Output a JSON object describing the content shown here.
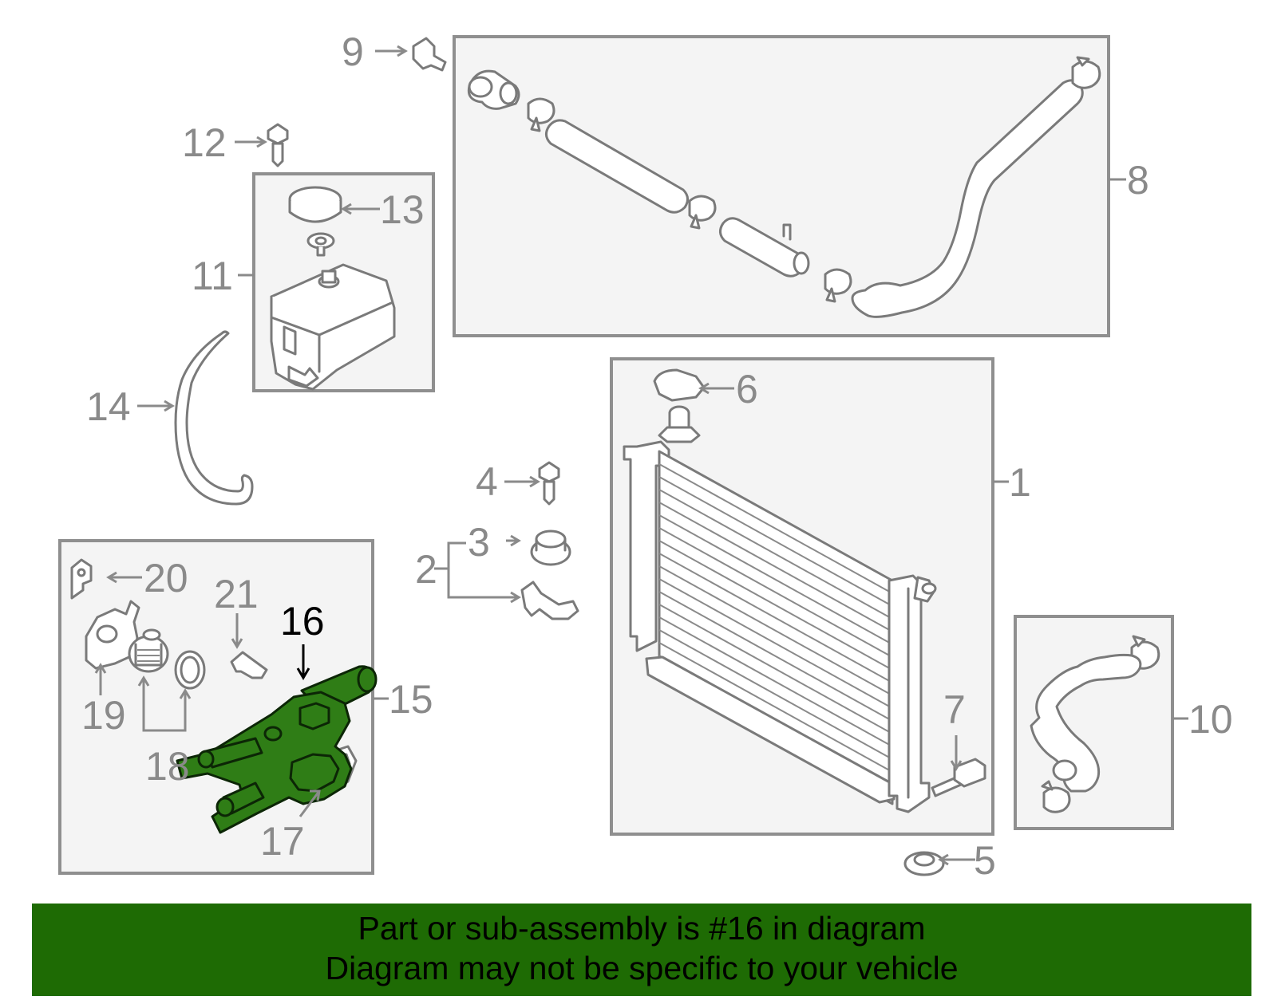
{
  "callouts": {
    "c1": "1",
    "c2": "2",
    "c3": "3",
    "c4": "4",
    "c5": "5",
    "c6": "6",
    "c7": "7",
    "c8": "8",
    "c9": "9",
    "c10": "10",
    "c11": "11",
    "c12": "12",
    "c13": "13",
    "c14": "14",
    "c15": "15",
    "c16": "16",
    "c17": "17",
    "c18": "18",
    "c19": "19",
    "c20": "20",
    "c21": "21"
  },
  "highlight": {
    "part_number": "16",
    "color": "#2f7d16"
  },
  "banner": {
    "line1": "Part or sub-assembly is #16 in diagram",
    "line2": "Diagram may not be specific to your vehicle",
    "background": "#1e6b04"
  }
}
